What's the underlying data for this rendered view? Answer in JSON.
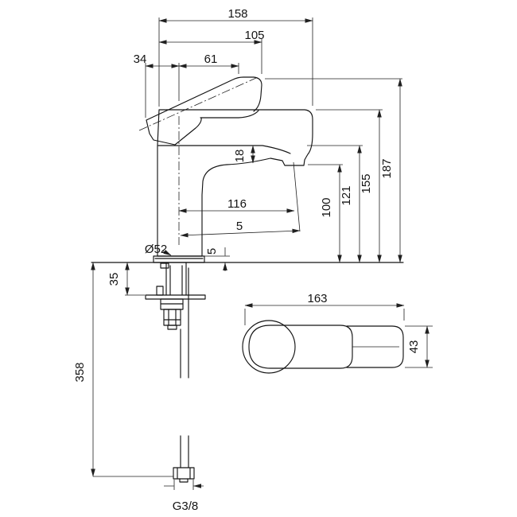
{
  "drawing": {
    "subject": "single-lever basin mixer faucet technical dimension drawing",
    "views": [
      "front elevation with mounting hardware",
      "top view of body and handle"
    ],
    "line_color": "#141414",
    "background": "#ffffff"
  },
  "dims": {
    "total_width": "158",
    "handle_reach_width": "105",
    "handle_back_offset": "34",
    "handle_front_offset": "61",
    "outlet_drop": "18",
    "spout_reach": "116",
    "spout_angle": "5",
    "outlet_height": "100",
    "body_height": "121",
    "spout_height": "155",
    "total_height": "187",
    "base_diameter": "Ø52",
    "base_plate_height": "5",
    "clamp_depth": "35",
    "supply_length": "358",
    "thread": "G3/8",
    "handle_length": "163",
    "handle_width": "43"
  }
}
